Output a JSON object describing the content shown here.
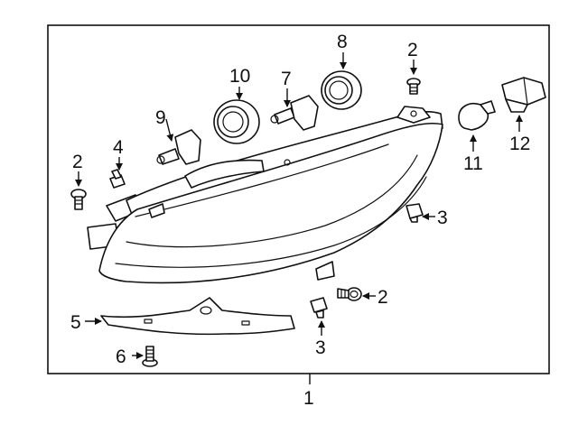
{
  "diagram": {
    "assembly_label": "1",
    "callouts": {
      "screw_top_center": "2",
      "screw_left": "2",
      "screw_bottom": "2",
      "clip_right": "3",
      "clip_bottom": "3",
      "bracket": "4",
      "lower_trim": "5",
      "bolt": "6",
      "bulb_7": "7",
      "seal_8": "8",
      "bulb_9": "9",
      "seal_10": "10",
      "bulb_11": "11",
      "socket_12": "12"
    }
  }
}
